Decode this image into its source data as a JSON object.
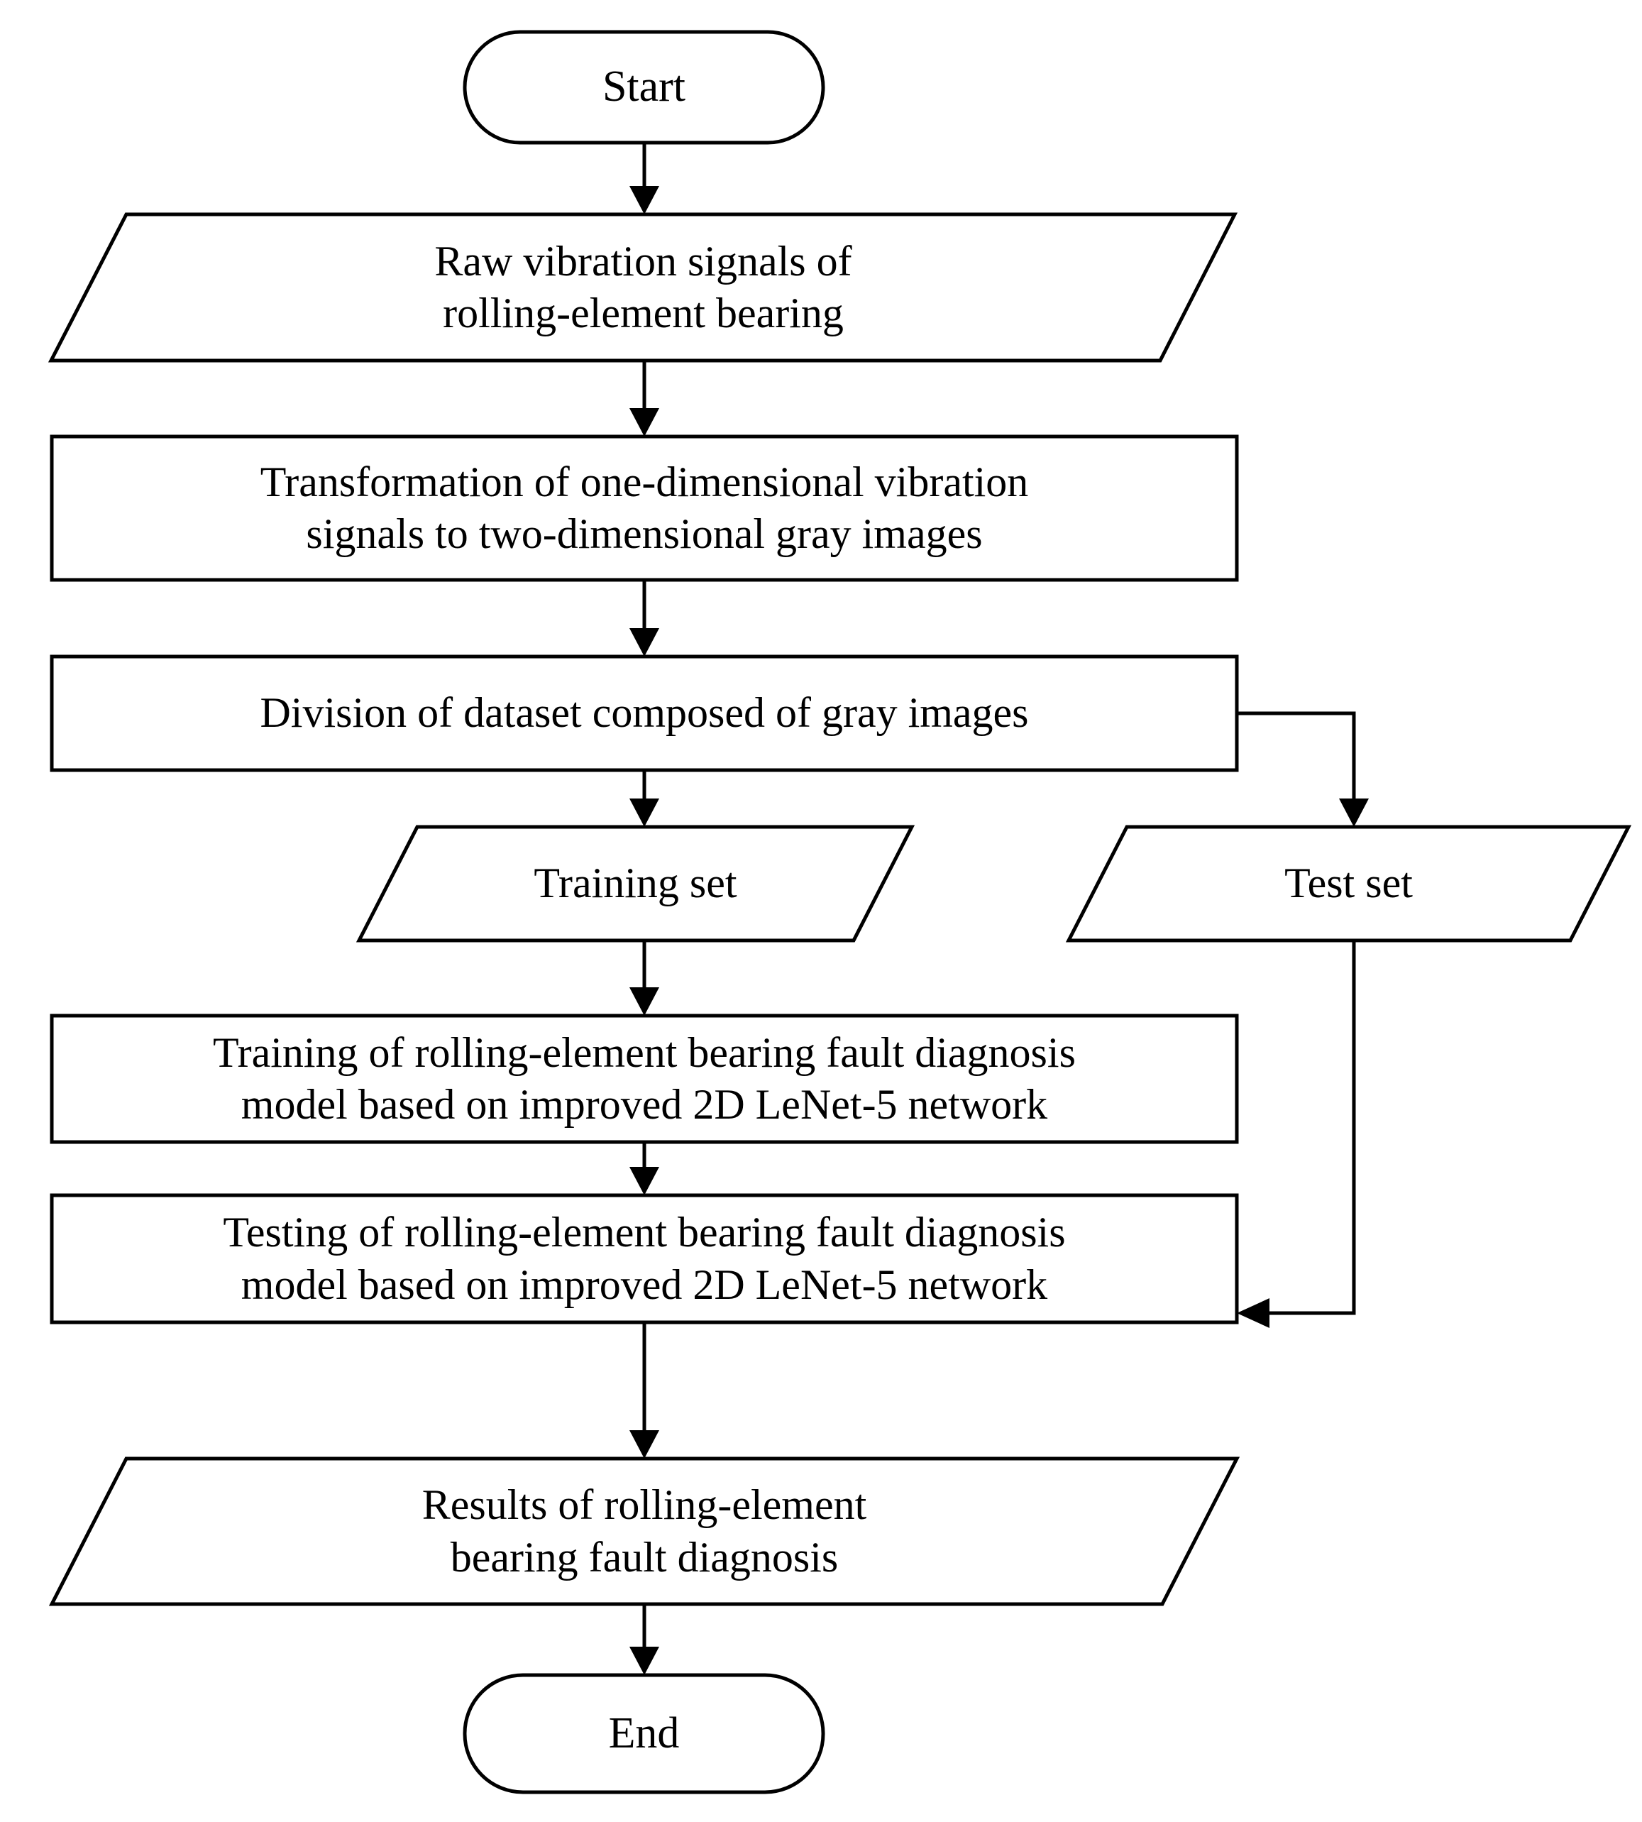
{
  "diagram": {
    "title": "Rolling-element bearing fault diagnosis flowchart",
    "type": "flowchart",
    "orientation": "top-to-bottom",
    "stroke_color": "#000000",
    "fill_color": "#ffffff",
    "background_color": "#ffffff",
    "nodes": [
      {
        "id": "start",
        "shape": "terminal",
        "label": "Start"
      },
      {
        "id": "raw_signals",
        "shape": "parallelogram",
        "label": "Raw vibration signals of\nrolling-element bearing"
      },
      {
        "id": "transform",
        "shape": "rectangle",
        "label": "Transformation of one-dimensional vibration\nsignals to two-dimensional gray images"
      },
      {
        "id": "division",
        "shape": "rectangle",
        "label": "Division of dataset composed of gray images"
      },
      {
        "id": "training_set",
        "shape": "parallelogram",
        "label": "Training set"
      },
      {
        "id": "test_set",
        "shape": "parallelogram",
        "label": "Test set"
      },
      {
        "id": "training",
        "shape": "rectangle",
        "label": "Training of rolling-element bearing fault diagnosis\nmodel based on improved 2D LeNet-5 network"
      },
      {
        "id": "testing",
        "shape": "rectangle",
        "label": "Testing of rolling-element bearing fault diagnosis\nmodel based on improved 2D LeNet-5 network"
      },
      {
        "id": "results",
        "shape": "parallelogram",
        "label": "Results of rolling-element\nbearing fault diagnosis"
      },
      {
        "id": "end",
        "shape": "terminal",
        "label": "End"
      }
    ],
    "edges": [
      {
        "from": "start",
        "to": "raw_signals",
        "style": "straight-down"
      },
      {
        "from": "raw_signals",
        "to": "transform",
        "style": "straight-down"
      },
      {
        "from": "transform",
        "to": "division",
        "style": "straight-down"
      },
      {
        "from": "division",
        "to": "training_set",
        "style": "straight-down"
      },
      {
        "from": "division",
        "to": "test_set",
        "style": "right-then-down"
      },
      {
        "from": "training_set",
        "to": "training",
        "style": "straight-down"
      },
      {
        "from": "training",
        "to": "testing",
        "style": "straight-down"
      },
      {
        "from": "test_set",
        "to": "testing",
        "style": "down-then-left"
      },
      {
        "from": "testing",
        "to": "results",
        "style": "straight-down"
      },
      {
        "from": "results",
        "to": "end",
        "style": "straight-down"
      }
    ]
  }
}
